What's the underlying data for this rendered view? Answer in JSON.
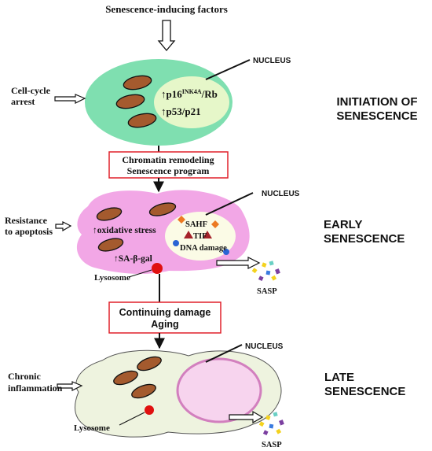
{
  "top_label": "Senescence-inducing factors",
  "stages": {
    "initiation": {
      "line1": "INITIATION OF",
      "line2": "SENESCENCE"
    },
    "early": {
      "line1": "EARLY",
      "line2": "SENESCENCE"
    },
    "late": {
      "line1": "LATE",
      "line2": "SENESCENCE"
    }
  },
  "cell1": {
    "nucleus_label": "NUCLEUS",
    "marker1_arrow": "↑p16",
    "marker1_sup": "INK4A",
    "marker1_tail": "/Rb",
    "marker2": "↑p53/p21",
    "outcome_line1": "Cell-cycle",
    "outcome_line2": "arrest"
  },
  "box1": {
    "line1": "Chromatin remodeling",
    "line2": "Senescence program"
  },
  "cell2": {
    "nucleus_label": "NUCLEUS",
    "outcome_line1": "Resistance",
    "outcome_line2": "to apoptosis",
    "oxidative": "↑oxidative stress",
    "sa_beta_gal": "↑SA-β-gal",
    "lysosome": "Lysosome",
    "sahf": "SAHF",
    "tif": "TIF",
    "dna_damage": "DNA damage",
    "sasp": "SASP"
  },
  "box2": {
    "line1": "Continuing damage",
    "line2": "Aging"
  },
  "cell3": {
    "nucleus_label": "NUCLEUS",
    "outcome_line1": "Chronic",
    "outcome_line2": "inflammation",
    "lysosome": "Lysosome",
    "sasp": "SASP"
  },
  "colors": {
    "cell1_fill": "#7fdfb0",
    "nucleus1_fill": "#e6f7c9",
    "cell2_fill": "#f2a7e6",
    "nucleus2_fill": "#fbfbe6",
    "cell3_fill": "#eef3df",
    "nucleus3_fill": "#f7d4ee",
    "nucleus3_stroke": "#d27fbe",
    "mito_fill": "#a45a2e",
    "box_border": "#e0202a",
    "lysosome": "#e01010"
  }
}
